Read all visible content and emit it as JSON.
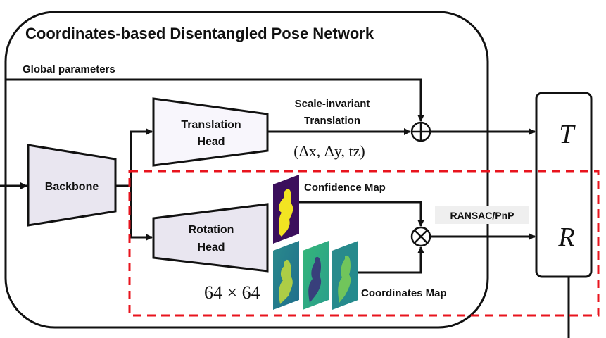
{
  "title": "Coordinates-based Disentangled Pose Network",
  "global_parameters": "Global parameters",
  "backbone": "Backbone",
  "translation_head": {
    "line1": "Translation",
    "line2": "Head"
  },
  "rotation_head": {
    "line1": "Rotation",
    "line2": "Head"
  },
  "scale_invariant": {
    "line1": "Scale-invariant",
    "line2": "Translation"
  },
  "translation_vars": "(Δx, Δy, tz)",
  "confidence_map": "Confidence Map",
  "coordinates_map": "Coordinates Map",
  "map_size": "64 × 64",
  "ransac": "RANSAC/PnP",
  "output_T": "T",
  "output_R": "R",
  "colors": {
    "dashed_region": "#e8141e",
    "head_fill": "#ebe8f2",
    "confidence_bg": "#3b0f5c",
    "confidence_fg": "#f2e422"
  }
}
